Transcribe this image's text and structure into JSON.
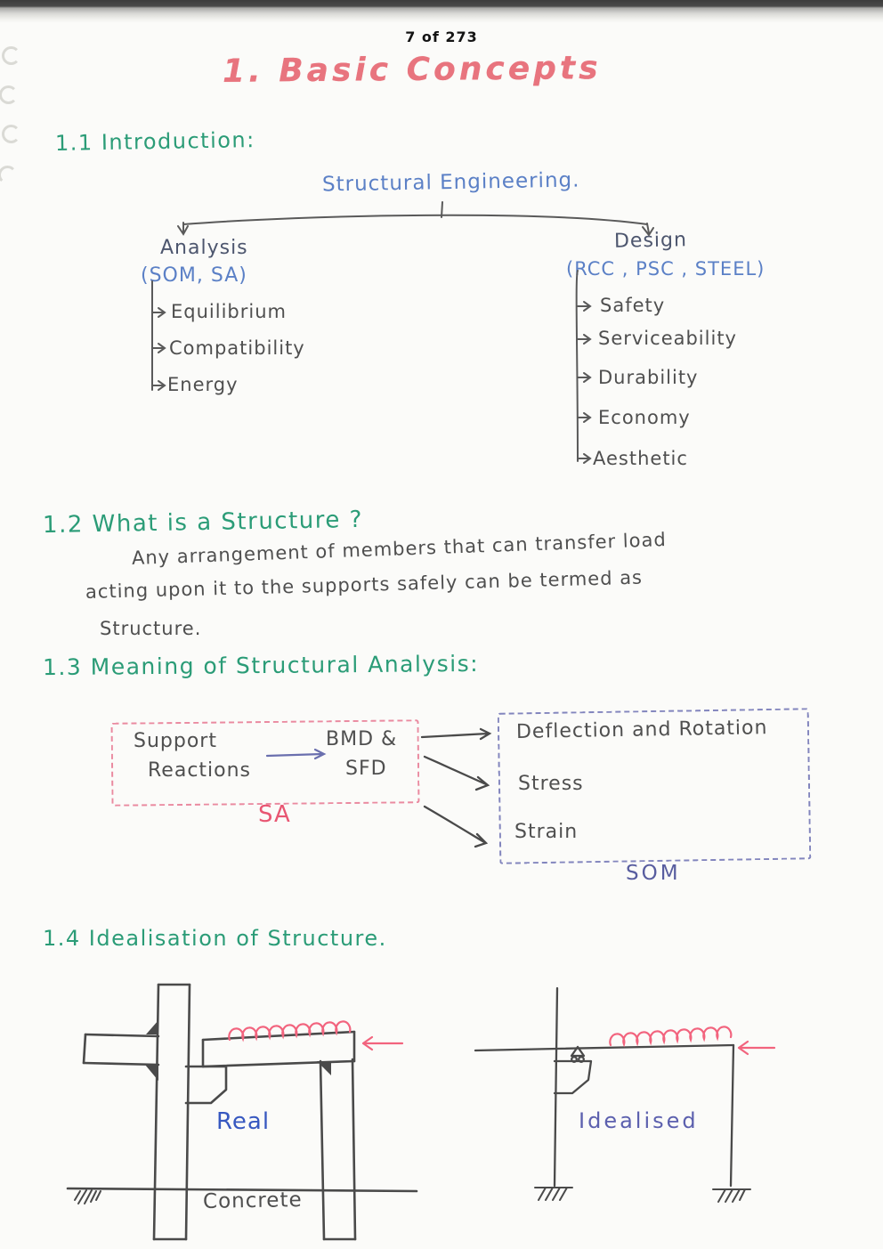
{
  "page": {
    "header": "7 of 273",
    "title": "1. Basic Concepts"
  },
  "colors": {
    "title_pink": "#e8747e",
    "heading_green": "#2b9c77",
    "ink_blue": "#5b80c6",
    "ink_dark": "#4f4f4f",
    "sa_pink": "#e85672",
    "som_purple": "#585d9f",
    "load_red": "#f2647e",
    "real_blue": "#3758c0",
    "idealised_purple": "#5c60ae"
  },
  "sections": {
    "s11": {
      "heading": "1.1 Introduction:"
    },
    "tree": {
      "root": "Structural Engineering.",
      "analysis": {
        "title": "Analysis",
        "subtitle": "(SOM, SA)",
        "items": [
          "Equilibrium",
          "Compatibility",
          "Energy"
        ]
      },
      "design": {
        "title": "Design",
        "subtitle": "(RCC , PSC , STEEL)",
        "items": [
          "Safety",
          "Serviceability",
          "Durability",
          "Economy",
          "Aesthetic"
        ]
      }
    },
    "s12": {
      "heading": "1.2 What is a Structure ?",
      "lines": [
        "Any arrangement of members that can transfer load",
        "acting upon it to the supports safely can be termed as",
        "Structure."
      ]
    },
    "s13": {
      "heading": "1.3 Meaning of Structural Analysis:",
      "sa_box": {
        "line1": "Support",
        "line2": "Reactions",
        "bmd": "BMD &",
        "sfd": "SFD",
        "label": "SA"
      },
      "som_box": {
        "items": [
          "Deflection and Rotation",
          "Stress",
          "Strain"
        ],
        "label": "SOM"
      }
    },
    "s14": {
      "heading": "1.4 Idealisation of Structure.",
      "real_label": "Real",
      "concrete_label": "Concrete",
      "idealised_label": "Idealised"
    }
  }
}
